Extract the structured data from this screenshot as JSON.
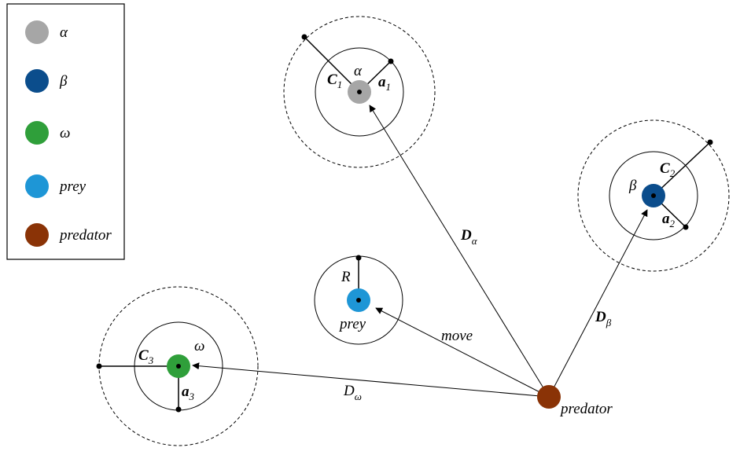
{
  "legend": {
    "items": [
      {
        "label": "α",
        "color": "#a6a6a6"
      },
      {
        "label": "β",
        "color": "#0b4d8c"
      },
      {
        "label": "ω",
        "color": "#2f9f3a"
      },
      {
        "label": "prey",
        "color": "#1e96d6"
      },
      {
        "label": "predator",
        "color": "#8a3306"
      }
    ]
  },
  "wolves": {
    "alpha": {
      "symbol": "α",
      "c_label": "C",
      "c_sub": "1",
      "a_label": "a",
      "a_sub": "1",
      "color": "#a6a6a6"
    },
    "beta": {
      "symbol": "β",
      "c_label": "C",
      "c_sub": "2",
      "a_label": "a",
      "a_sub": "2",
      "color": "#0b4d8c"
    },
    "omega": {
      "symbol": "ω",
      "c_label": "C",
      "c_sub": "3",
      "a_label": "a",
      "a_sub": "3",
      "color": "#2f9f3a"
    }
  },
  "prey": {
    "label": "prey",
    "radius_label": "R",
    "color": "#1e96d6"
  },
  "predator": {
    "label": "predator",
    "color": "#8a3306"
  },
  "vectors": {
    "d_alpha": {
      "label": "D",
      "sub": "α"
    },
    "d_beta": {
      "label": "D",
      "sub": "β"
    },
    "d_omega": {
      "label": "D",
      "sub": "ω"
    },
    "move": {
      "label": "move"
    }
  }
}
